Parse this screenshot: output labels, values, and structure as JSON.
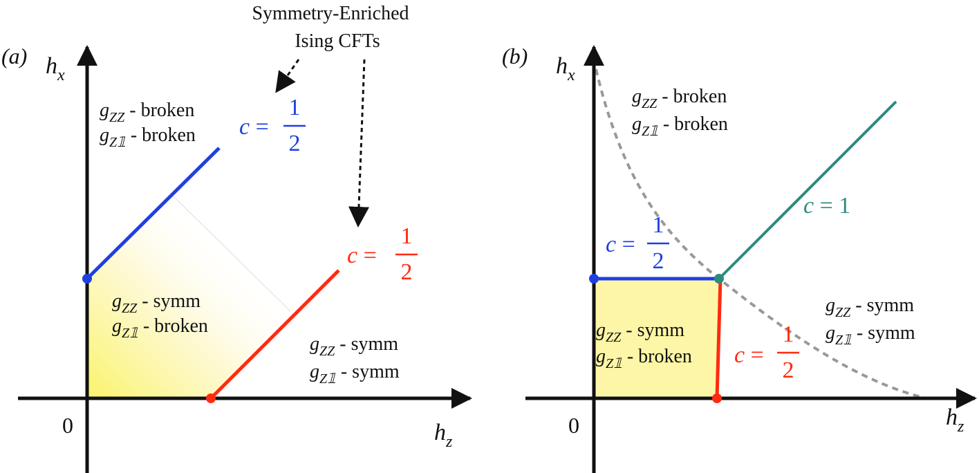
{
  "colors": {
    "blue": "#1f3fe0",
    "red": "#ff2a10",
    "teal": "#2f8a7c",
    "yellow": "#fdf6a6",
    "dashed": "#999999"
  },
  "annotation": {
    "line1": "Symmetry-Enriched",
    "line2": "Ising CFTs"
  },
  "panel_a": {
    "label": "(a)",
    "x_axis": "h",
    "x_sub": "z",
    "y_axis": "h",
    "y_sub": "x",
    "origin": "0",
    "top_region": {
      "l1_g": "g",
      "l1_sub": "ZZ",
      "l1_text": " - broken",
      "l2_g": "g",
      "l2_sub": "Z𝟙",
      "l2_text": " - broken"
    },
    "middle_region": {
      "l1_g": "g",
      "l1_sub": "ZZ",
      "l1_text": " - symm",
      "l2_g": "g",
      "l2_sub": "Z𝟙",
      "l2_text": " - broken"
    },
    "right_region": {
      "l1_g": "g",
      "l1_sub": "ZZ",
      "l1_text": " - symm",
      "l2_g": "g",
      "l2_sub": "Z𝟙",
      "l2_text": " - symm"
    },
    "blue_c": {
      "c": "c",
      "eq": " =",
      "num": "1",
      "den": "2"
    },
    "red_c": {
      "c": "c",
      "eq": " =",
      "num": "1",
      "den": "2"
    }
  },
  "panel_b": {
    "label": "(b)",
    "x_axis": "h",
    "x_sub": "z",
    "y_axis": "h",
    "y_sub": "x",
    "origin": "0",
    "top_region": {
      "l1_g": "g",
      "l1_sub": "ZZ",
      "l1_text": " - broken",
      "l2_g": "g",
      "l2_sub": "Z𝟙",
      "l2_text": " - broken"
    },
    "box_region": {
      "l1_g": "g",
      "l1_sub": "ZZ",
      "l1_text": " - symm",
      "l2_g": "g",
      "l2_sub": "Z𝟙",
      "l2_text": " - broken"
    },
    "right_region": {
      "l1_g": "g",
      "l1_sub": "ZZ",
      "l1_text": " - symm",
      "l2_g": "g",
      "l2_sub": "Z𝟙",
      "l2_text": " - symm"
    },
    "blue_c": {
      "c": "c",
      "eq": " =",
      "num": "1",
      "den": "2"
    },
    "red_c": {
      "c": "c",
      "eq": " =",
      "num": "1",
      "den": "2"
    },
    "teal_c": {
      "c": "c",
      "eq": " = 1"
    }
  }
}
